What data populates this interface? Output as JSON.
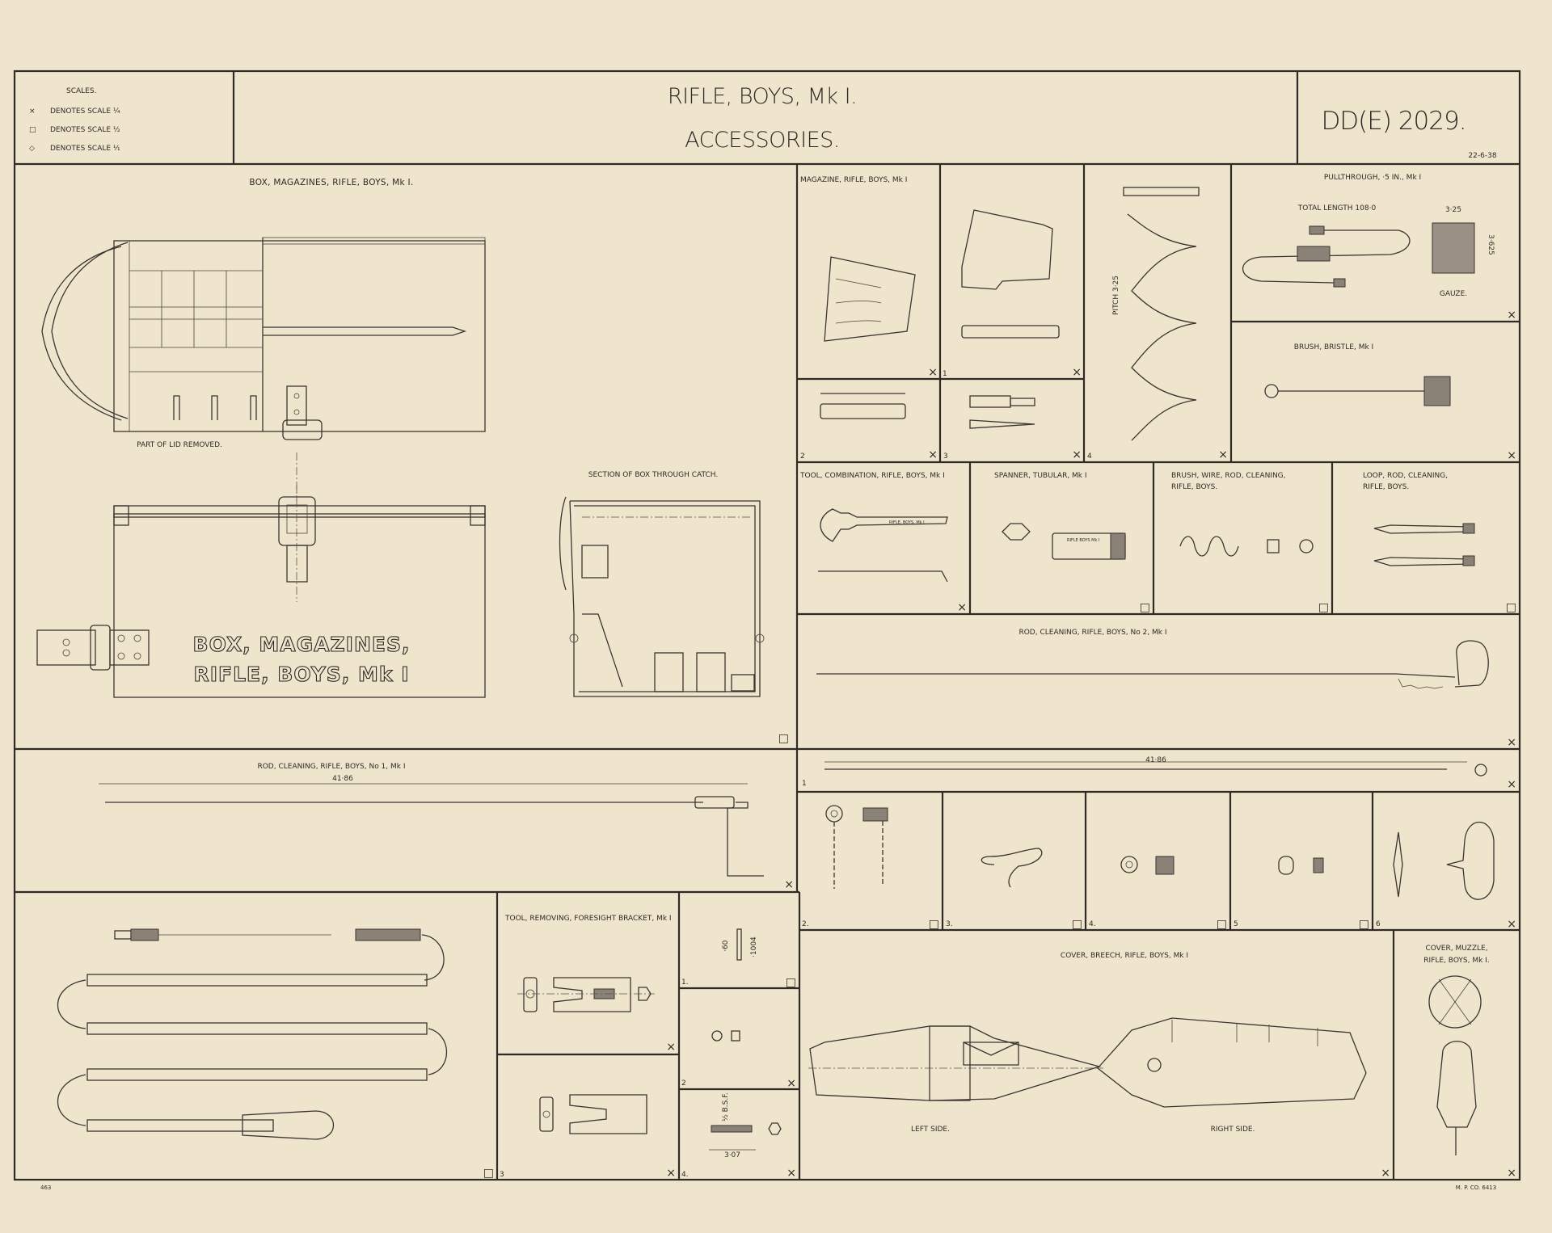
{
  "header": {
    "scales_title": "SCALES.",
    "scale_legend": [
      {
        "symbol": "×",
        "text": "DENOTES SCALE ¼"
      },
      {
        "symbol": "□",
        "text": "DENOTES SCALE ½"
      },
      {
        "symbol": "◇",
        "text": "DENOTES SCALE ⅟₁"
      }
    ],
    "title_line1": "RIFLE, BOYS, Mk I.",
    "title_line2": "ACCESSORIES.",
    "drawing_number": "DD(E) 2029.",
    "date": "22-6-38"
  },
  "panels": {
    "box": {
      "title": "BOX, MAGAZINES, RIFLE, BOYS, Mk I.",
      "note": "PART OF LID REMOVED.",
      "section": "SECTION OF BOX THROUGH CATCH.",
      "stencil_line1": "BOX, MAGAZINES,",
      "stencil_line2": "RIFLE, BOYS, Mk I",
      "scale": "□"
    },
    "magazine": {
      "title": "MAGAZINE, RIFLE, BOYS, Mk I",
      "scale": "×",
      "parts": [
        "1",
        "2",
        "3",
        "4"
      ],
      "pitch": "PITCH 3·25"
    },
    "pullthrough": {
      "title": "PULLTHROUGH, ·5 IN., Mk I",
      "total_length": "TOTAL LENGTH 108·0",
      "gauze_width": "3·25",
      "gauze_height": "3·625",
      "gauze": "GAUZE.",
      "scale": "×"
    },
    "brush_bristle": {
      "title": "BRUSH, BRISTLE, Mk I",
      "scale": "×"
    },
    "tool_combination": {
      "title": "TOOL, COMBINATION, RIFLE, BOYS, Mk I",
      "engraving": "RIFLE, BOYS, Mk I",
      "scale": "×"
    },
    "spanner": {
      "title": "SPANNER, TUBULAR, Mk I",
      "engraving": "RIFLE BOYS Mk I",
      "scale": "□"
    },
    "brush_wire": {
      "title_line1": "BRUSH, WIRE, ROD, CLEANING,",
      "title_line2": "RIFLE, BOYS.",
      "scale": "□"
    },
    "loop": {
      "title_line1": "LOOP, ROD, CLEANING,",
      "title_line2": "RIFLE, BOYS.",
      "scale": "□"
    },
    "rod_no2": {
      "title": "ROD, CLEANING, RIFLE, BOYS, No 2, Mk I",
      "scale": "×",
      "length": "41·86",
      "parts": [
        "1",
        "2.",
        "3.",
        "4.",
        "5",
        "6"
      ],
      "part_scales": [
        "×",
        "□",
        "□",
        "□",
        "□",
        "×"
      ]
    },
    "rod_no1": {
      "title": "ROD, CLEANING, RIFLE, BOYS, No 1, Mk I",
      "length": "41·86",
      "scale": "×"
    },
    "pullthrough_assembled": {
      "scale": "□"
    },
    "tool_removing": {
      "title": "TOOL, REMOVING, FORESIGHT BRACKET, Mk I",
      "parts": [
        "1.",
        "2",
        "3",
        "4."
      ],
      "part_scales": [
        "□",
        "×",
        "×",
        "×"
      ],
      "main_scale": "×",
      "dim_a": "·60",
      "dim_b": "·1004",
      "dim_c": "3·07",
      "dim_d": "½ B.S.F."
    },
    "cover_breech": {
      "title": "COVER, BREECH, RIFLE, BOYS, Mk I",
      "left": "LEFT SIDE.",
      "right": "RIGHT SIDE.",
      "scale": "×"
    },
    "cover_muzzle": {
      "title_line1": "COVER, MUZZLE,",
      "title_line2": "RIFLE, BOYS, Mk I.",
      "scale": "×"
    }
  },
  "footer": {
    "left": "463",
    "right": "M. P. CO. 6413"
  },
  "colors": {
    "paper": "#efe5cd",
    "ink": "#2e2a26"
  }
}
